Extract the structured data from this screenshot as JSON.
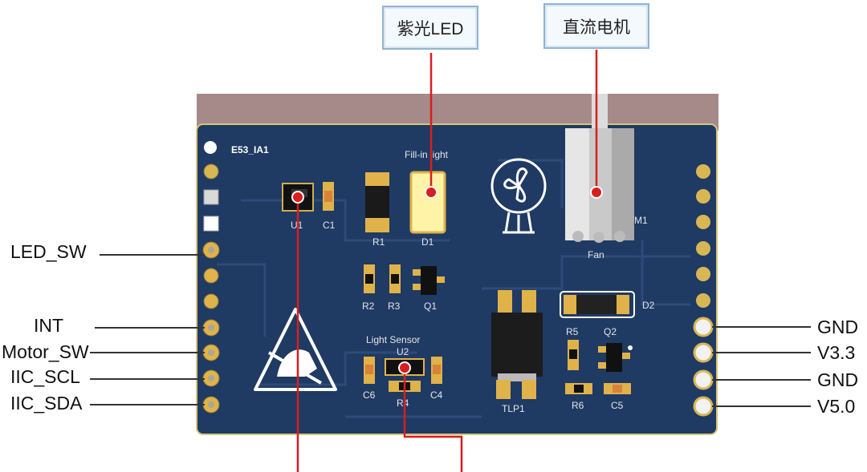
{
  "callouts": {
    "led": "紫光LED",
    "motor": "直流电机"
  },
  "board": {
    "name": "E53_IA1",
    "fill_in_light": "Fill-in light",
    "fan": "Fan",
    "light_sensor": "Light Sensor",
    "components": {
      "u1": "U1",
      "c1": "C1",
      "r1": "R1",
      "d1": "D1",
      "m1": "M1",
      "r2": "R2",
      "r3": "R3",
      "q1": "Q1",
      "u2": "U2",
      "c6": "C6",
      "r4": "R4",
      "c4": "C4",
      "tlp1": "TLP1",
      "r5": "R5",
      "q2": "Q2",
      "d2": "D2",
      "r6": "R6",
      "c5": "C5"
    }
  },
  "pins_left": {
    "led_sw": "LED_SW",
    "int": "INT",
    "motor_sw": "Motor_SW",
    "iic_scl": "IIC_SCL",
    "iic_sda": "IIC_SDA"
  },
  "pins_right": {
    "gnd1": "GND",
    "v33": "V3.3",
    "gnd2": "GND",
    "v50": "V5.0"
  },
  "colors": {
    "pcb": "#1f3a63",
    "pcb_edge": "#d8c47a",
    "marker": "#d81e1e",
    "pad": "#c9c9b8",
    "gold": "#e0b24a"
  }
}
